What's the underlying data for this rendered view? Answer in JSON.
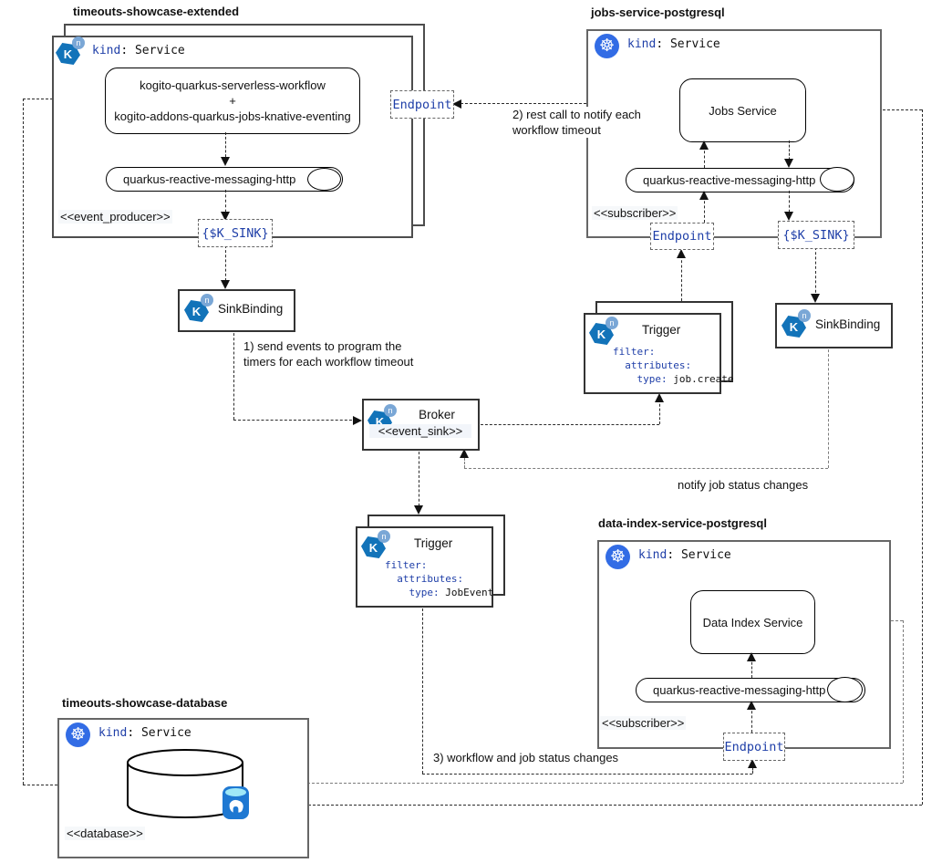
{
  "extended": {
    "title": "timeouts-showcase-extended",
    "kind_key": "kind",
    "kind_rest": ": Service",
    "workflow_line1": "kogito-quarkus-serverless-workflow",
    "workflow_line2": "+",
    "workflow_line3": "kogito-addons-quarkus-jobs-knative-eventing",
    "pill_label": "quarkus-reactive-messaging-http",
    "stereotype": "<<event_producer>>",
    "k_sink_label": "{$K_SINK}"
  },
  "jobs": {
    "title": "jobs-service-postgresql",
    "kind_key": "kind",
    "kind_rest": ": Service",
    "service_label": "Jobs Service",
    "pill_label": "quarkus-reactive-messaging-http",
    "stereotype": "<<subscriber>>",
    "endpoint_label": "Endpoint",
    "k_sink_label": "{$K_SINK}"
  },
  "data_index": {
    "title": "data-index-service-postgresql",
    "kind_key": "kind",
    "kind_rest": ": Service",
    "service_label": "Data Index Service",
    "pill_label": "quarkus-reactive-messaging-http",
    "stereotype": "<<subscriber>>",
    "endpoint_label": "Endpoint"
  },
  "database": {
    "title": "timeouts-showcase-database",
    "kind_key": "kind",
    "kind_rest": ": Service",
    "stereotype": "<<database>>"
  },
  "knative": {
    "endpoint_top_label": "Endpoint",
    "sinkbinding_left_label": "SinkBinding",
    "sinkbinding_right_label": "SinkBinding",
    "broker_label": "Broker",
    "broker_stereotype": "<<event_sink>>",
    "trigger_jobs": {
      "title": "Trigger",
      "filter_key": "filter:",
      "attributes_key": "  attributes:",
      "type_key": "    type:",
      "type_value": " job.create"
    },
    "trigger_workflow": {
      "title": "Trigger",
      "filter_key": "filter:",
      "attributes_key": "  attributes:",
      "type_key": "    type:",
      "type_value": " JobEvent"
    }
  },
  "notes": {
    "note1_line1": "1) send events to program the",
    "note1_line2": "timers for each workflow timeout",
    "note2_line1": "2) rest call to notify each",
    "note2_line2": "workflow timeout",
    "note3": "3) workflow and job status changes",
    "notify_jobs": "notify job status changes"
  },
  "icons": {
    "knative_k": "K",
    "knative_n": "n",
    "kubernetes_glyph": "☸"
  },
  "colors": {
    "mono_blue": "#1f3fa8",
    "kubernetes_blue": "#326ce5",
    "knative_blue": "#1273b9",
    "knative_light_blue": "#7aa7d6",
    "postgresql_blue": "#1e78d2",
    "postgresql_light": "#9fe8f7",
    "border_gray": "#666666",
    "line_dark": "#2b2b2b",
    "line_gray": "#7c7c7c"
  }
}
